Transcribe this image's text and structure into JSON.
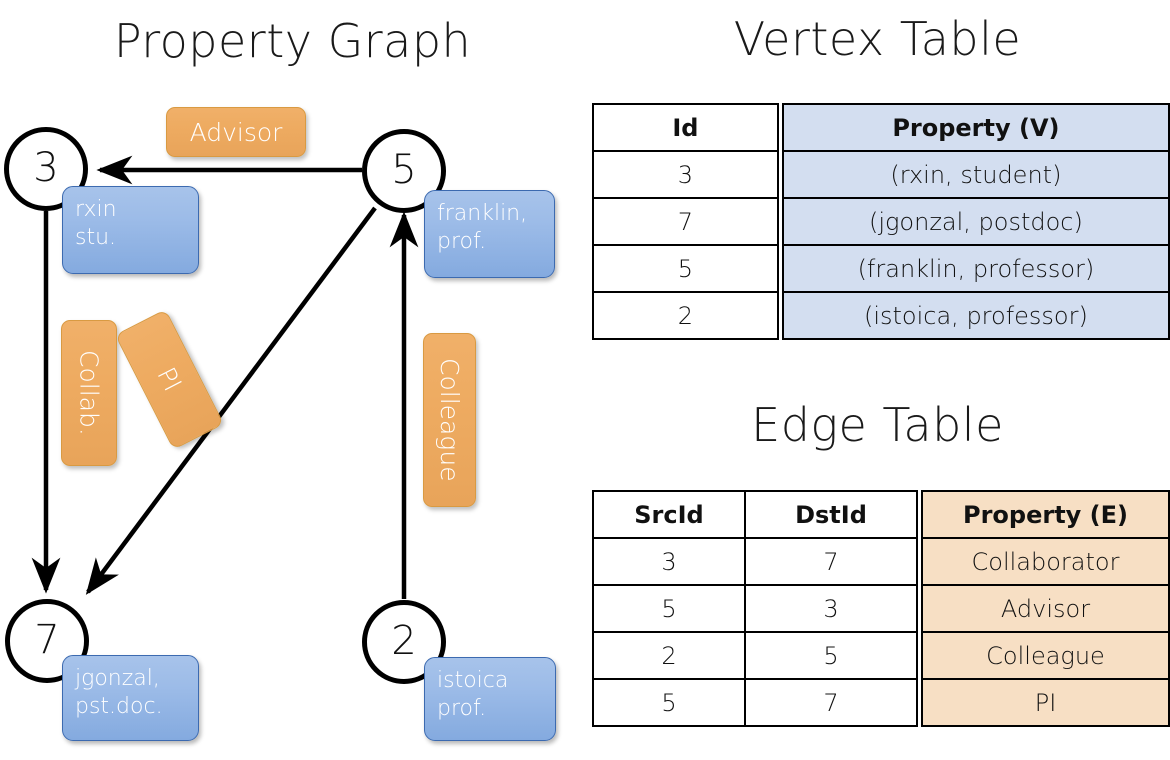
{
  "titles": {
    "property_graph": "Property Graph",
    "vertex_table": "Vertex Table",
    "edge_table": "Edge Table"
  },
  "graph": {
    "nodes": [
      {
        "id": "3",
        "label": "3",
        "property_line1": "rxin",
        "property_line2": "stu."
      },
      {
        "id": "5",
        "label": "5",
        "property_line1": "franklin,",
        "property_line2": "prof."
      },
      {
        "id": "7",
        "label": "7",
        "property_line1": "jgonzal,",
        "property_line2": "pst.doc."
      },
      {
        "id": "2",
        "label": "2",
        "property_line1": "istoica",
        "property_line2": "prof."
      }
    ],
    "edge_labels": {
      "advisor": "Advisor",
      "collab": "Collab.",
      "pi": "PI",
      "colleague": "Colleague"
    }
  },
  "vertex_table": {
    "headers": [
      "Id",
      "Property (V)"
    ],
    "rows": [
      {
        "id": "3",
        "property": "(rxin, student)"
      },
      {
        "id": "7",
        "property": "(jgonzal, postdoc)"
      },
      {
        "id": "5",
        "property": "(franklin, professor)"
      },
      {
        "id": "2",
        "property": "(istoica, professor)"
      }
    ]
  },
  "edge_table": {
    "headers": [
      "SrcId",
      "DstId",
      "Property (E)"
    ],
    "rows": [
      {
        "src": "3",
        "dst": "7",
        "property": "Collaborator"
      },
      {
        "src": "5",
        "dst": "3",
        "property": "Advisor"
      },
      {
        "src": "2",
        "dst": "5",
        "property": "Colleague"
      },
      {
        "src": "5",
        "dst": "7",
        "property": "PI"
      }
    ]
  },
  "colors": {
    "vertex_property_fill": "#d3def0",
    "edge_property_fill": "#f7dfc4",
    "node_box_blue": "#93b5e4",
    "edge_label_orange": "#eeab61",
    "stroke": "#000000",
    "background": "#ffffff"
  }
}
